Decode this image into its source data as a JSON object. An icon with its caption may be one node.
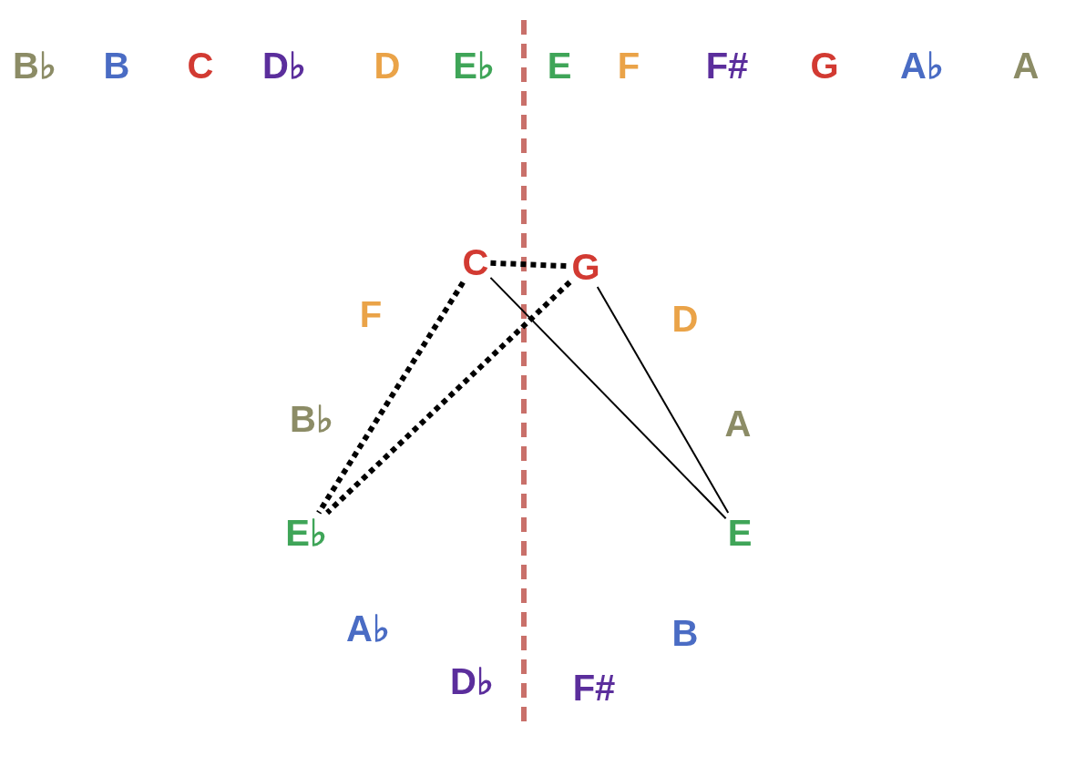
{
  "diagram": {
    "nodes": [
      {
        "text": [
          "C"
        ]
      },
      {
        "text": [
          "G"
        ]
      },
      {
        "text": [
          "E♭"
        ]
      },
      {
        "text": [
          "E"
        ]
      }
    ],
    "edges": [
      {
        "from": 0,
        "to": 1,
        "arrow": "none",
        "style": "dashed"
      },
      {
        "from": 0,
        "to": 2,
        "arrow": "none",
        "style": "dashed"
      },
      {
        "from": 1,
        "to": 2,
        "arrow": "none",
        "style": "dashed"
      },
      {
        "from": 0,
        "to": 3,
        "arrow": "none"
      },
      {
        "from": 1,
        "to": 3,
        "arrow": "none"
      }
    ],
    "labels": [
      "B♭",
      "B",
      "C",
      "D♭",
      "D",
      "E♭",
      "E",
      "F",
      "F#",
      "G",
      "A♭",
      "A",
      "F",
      "D",
      "B♭",
      "A",
      "A♭",
      "B",
      "D♭",
      "F#"
    ]
  }
}
